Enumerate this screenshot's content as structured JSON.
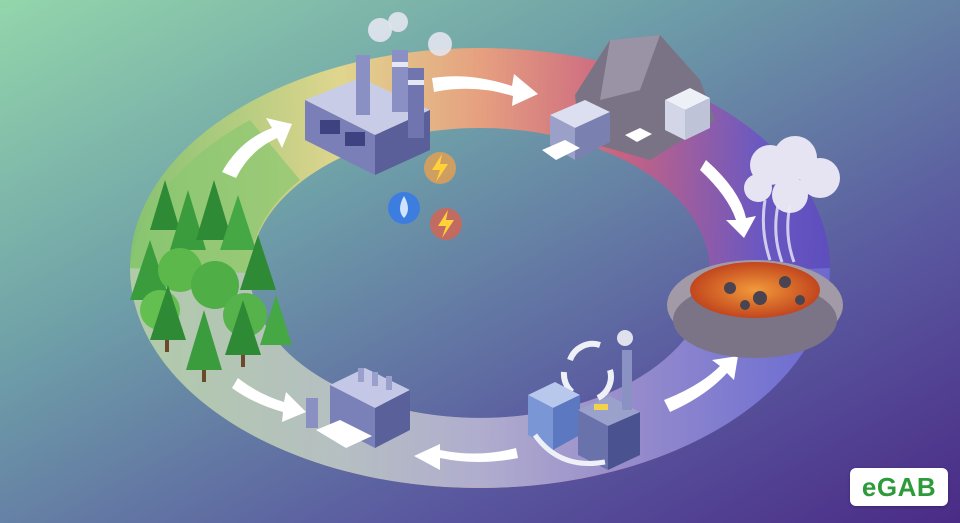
{
  "logo": {
    "prefix": "e",
    "name": "GAB",
    "text_color": "#2e9b3a",
    "background": "#ffffff"
  },
  "background": {
    "top_left": "#8fd1a8",
    "bottom_right": "#4b2d8a"
  },
  "cycle_ring": {
    "colors": [
      "#f2d98c",
      "#f0a27a",
      "#d9607a",
      "#7a4fb8",
      "#6a6fd0",
      "#9aa6d8",
      "#b8c7b0",
      "#7fc46a"
    ]
  },
  "scenes": [
    {
      "name": "forest",
      "icon": "tree-icon"
    },
    {
      "name": "factory",
      "icon": "factory-icon"
    },
    {
      "name": "printer-quarry",
      "icon": "printer-icon"
    },
    {
      "name": "volcano-crater",
      "icon": "crater-icon"
    },
    {
      "name": "recycling-plant",
      "icon": "recycle-icon"
    },
    {
      "name": "paper-machine",
      "icon": "paper-machine-icon"
    }
  ]
}
